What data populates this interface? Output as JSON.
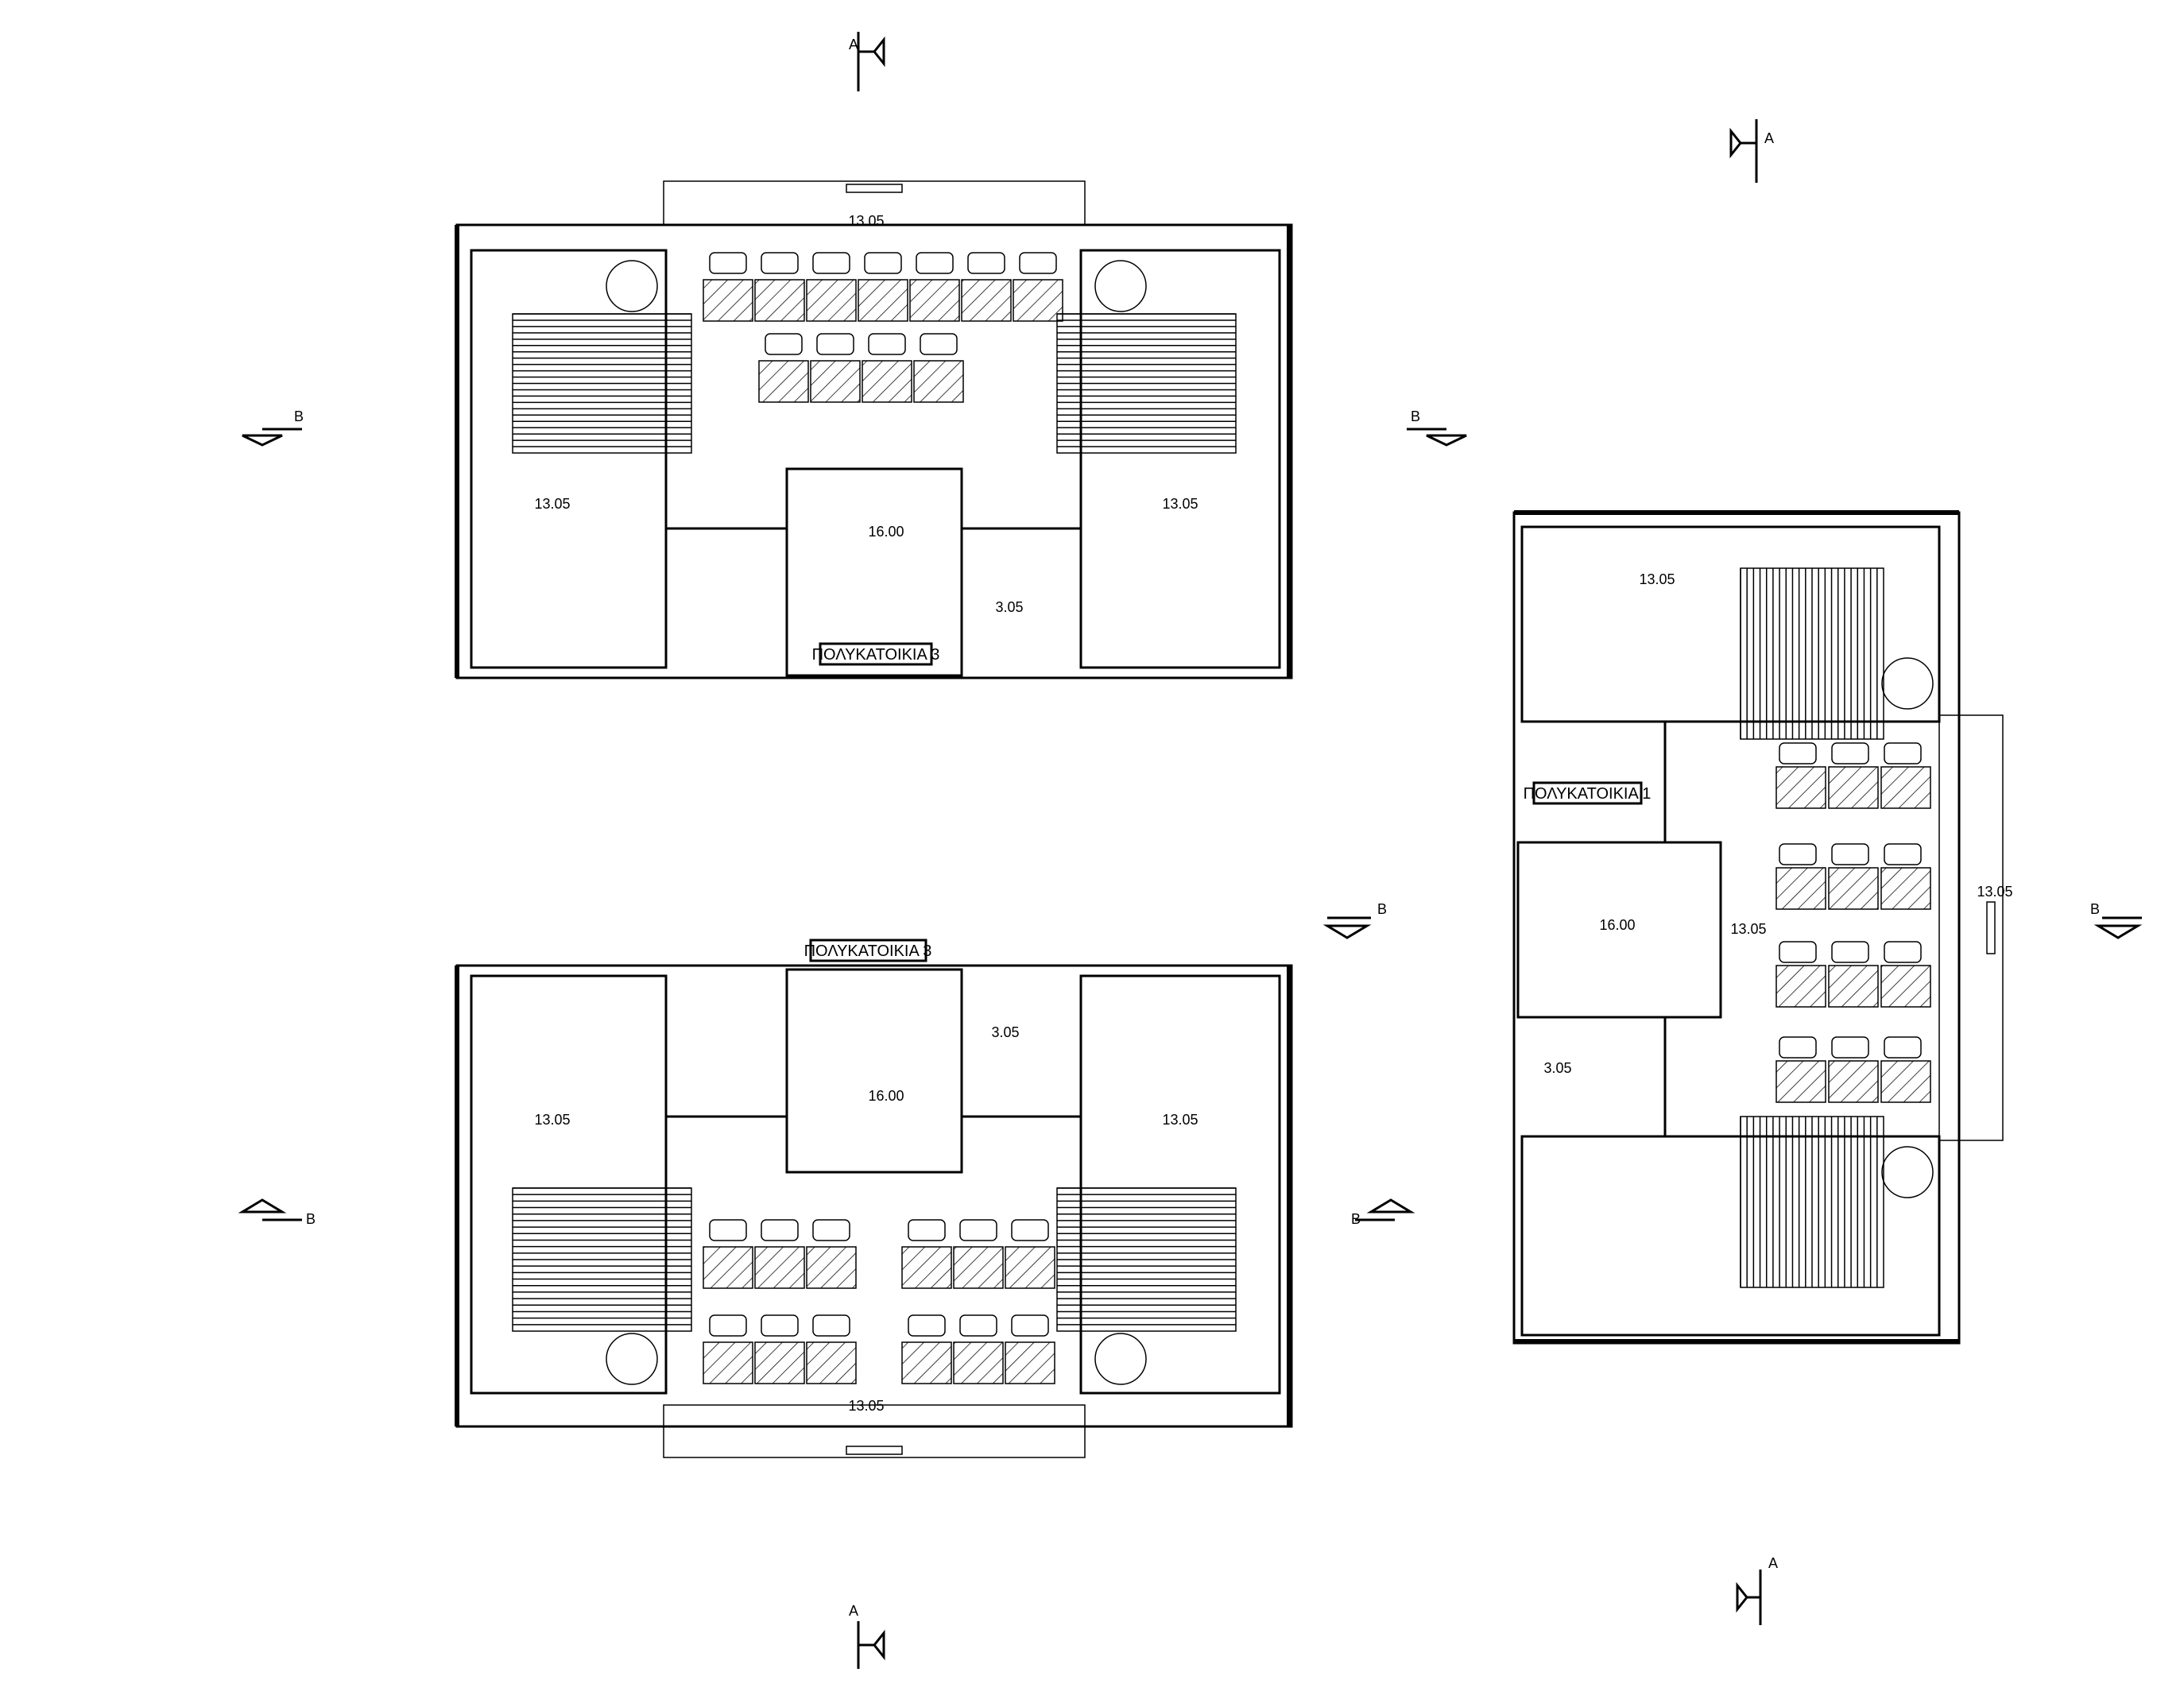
{
  "labels": {
    "building_3_top": "ΠΟΛΥΚΑΤΟΙΚΙΑ 3",
    "building_3_bottom": "ΠΟΛΥΚΑΤΟΙΚΙΑ 3",
    "building_1": "ΠΟΛΥΚΑΤΟΙΚΙΑ 1"
  },
  "section_markers": {
    "a": "A",
    "b": "B"
  },
  "elevations": {
    "e1305": "13.05",
    "e1600": "16.00",
    "e305": "3.05"
  }
}
